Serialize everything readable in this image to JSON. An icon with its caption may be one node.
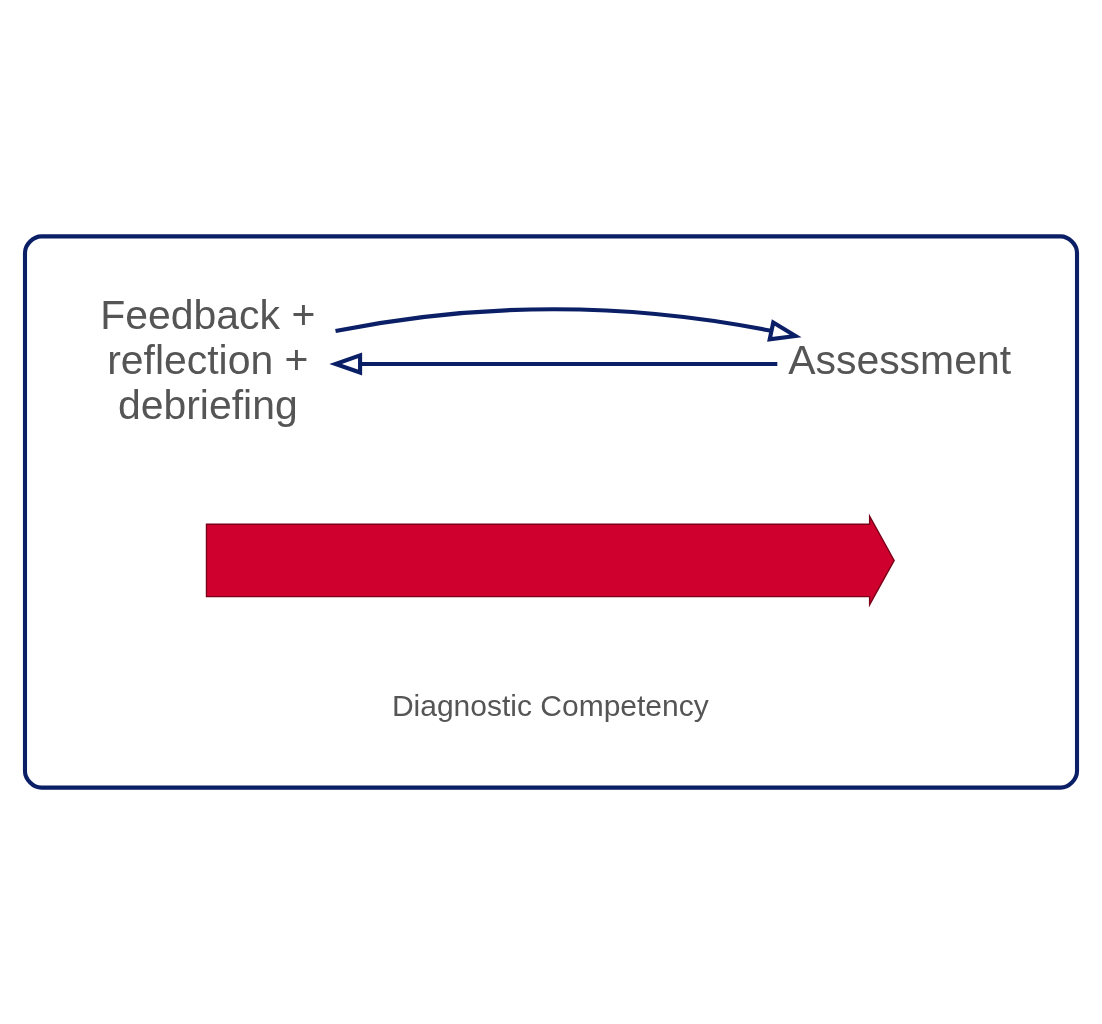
{
  "diagram": {
    "nodes": [
      {
        "text": [],
        "shape": "box"
      },
      {
        "text": [
          "Assessment"
        ],
        "in": 0
      },
      {
        "text": [
          "Feedback + reflection + debriefing"
        ],
        "in": 0
      },
      {
        "text": [],
        "shape": "arrow",
        "in": 0,
        "beside": [
          "Diagnostic Competency"
        ]
      }
    ],
    "edges": [
      {
        "from": 1,
        "to": 2,
        "arrow": "to"
      },
      {
        "from": 2,
        "to": 1,
        "arrow": "to"
      }
    ]
  }
}
